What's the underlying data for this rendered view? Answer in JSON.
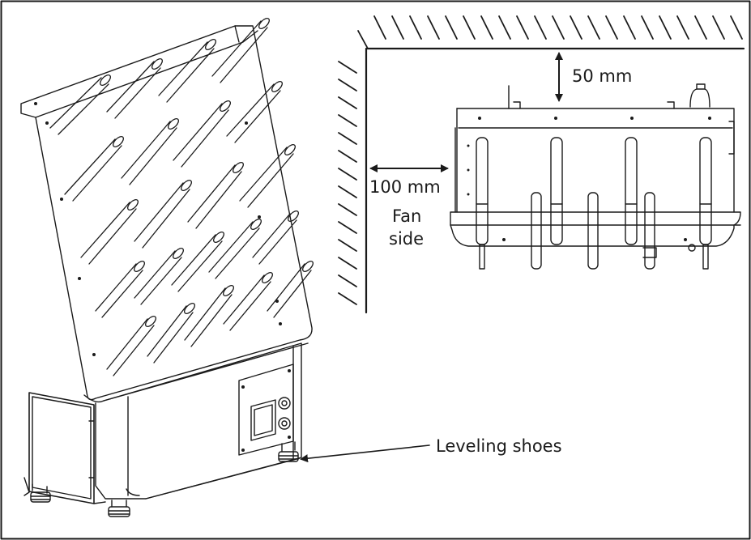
{
  "labels": {
    "clearance_top": "50 mm",
    "clearance_side": "100 mm",
    "fan_side_line1": "Fan",
    "fan_side_line2": "side",
    "leveling_shoes": "Leveling shoes"
  },
  "colors": {
    "ink": "#1a1a1a",
    "paper": "#ffffff"
  }
}
